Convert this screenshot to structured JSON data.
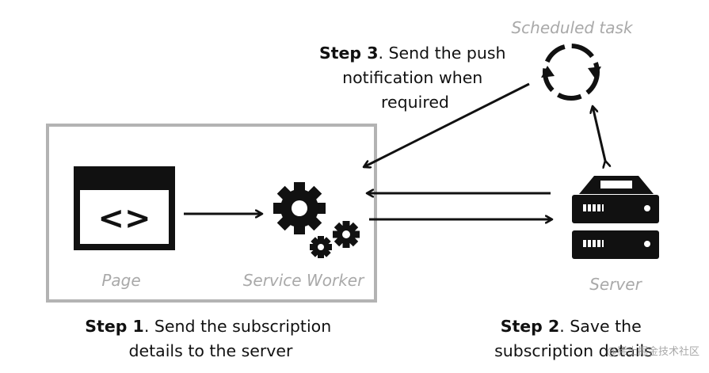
{
  "nodes": {
    "page": {
      "label": "Page",
      "glyph": "<>"
    },
    "service_worker": {
      "label": "Service Worker"
    },
    "server": {
      "label": "Server"
    },
    "scheduled_task": {
      "label": "Scheduled task"
    }
  },
  "steps": {
    "step1": {
      "number": "Step 1",
      "text_line1": ". Send the subscription",
      "text_line2": "details to the server"
    },
    "step2": {
      "number": "Step 2",
      "text_line1": ". Save the",
      "text_line2": "subscription details"
    },
    "step3": {
      "number": "Step 3",
      "text_line1": ". Send the push",
      "text_line2": "notification when",
      "text_line3": "required"
    }
  },
  "watermark": {
    "text": "@稀土掘金技术社区"
  },
  "colors": {
    "box_border": "#b3b3b3",
    "label_grey": "#a9a9a9",
    "ink": "#111111"
  }
}
